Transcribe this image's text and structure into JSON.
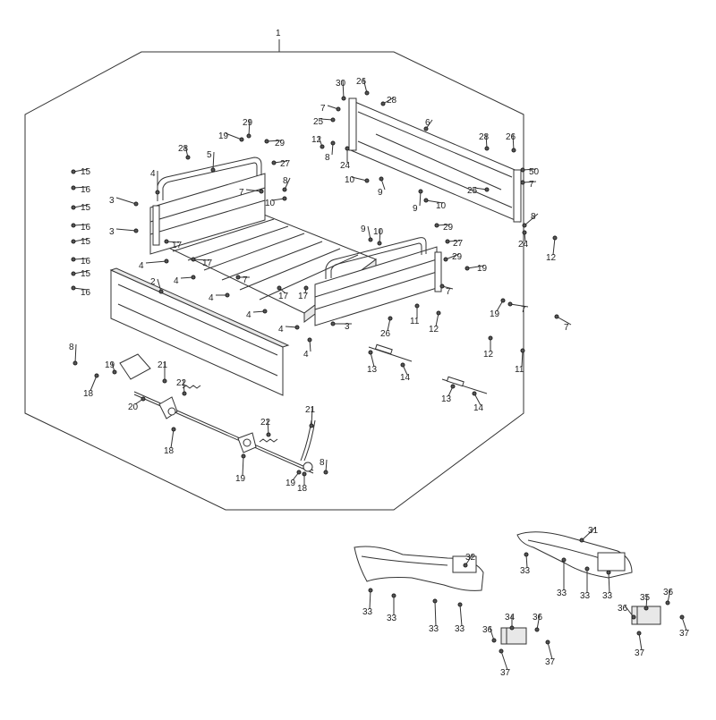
{
  "diagram": {
    "assembly_label": "1",
    "callouts": [
      {
        "id": "c1",
        "text": "30"
      },
      {
        "id": "c2",
        "text": "26"
      },
      {
        "id": "c3",
        "text": "28"
      },
      {
        "id": "c4",
        "text": "7"
      },
      {
        "id": "c5",
        "text": "25"
      },
      {
        "id": "c6",
        "text": "6"
      },
      {
        "id": "c7",
        "text": "29"
      },
      {
        "id": "c8",
        "text": "19"
      },
      {
        "id": "c9",
        "text": "29"
      },
      {
        "id": "c10",
        "text": "12"
      },
      {
        "id": "c11",
        "text": "8"
      },
      {
        "id": "c12",
        "text": "24"
      },
      {
        "id": "c13",
        "text": "28"
      },
      {
        "id": "c14",
        "text": "26"
      },
      {
        "id": "c15",
        "text": "50"
      },
      {
        "id": "c16",
        "text": "7"
      },
      {
        "id": "c17",
        "text": "28"
      },
      {
        "id": "c18",
        "text": "5"
      },
      {
        "id": "c19",
        "text": "27"
      },
      {
        "id": "c20",
        "text": "4"
      },
      {
        "id": "c21",
        "text": "10"
      },
      {
        "id": "c22",
        "text": "9"
      },
      {
        "id": "c23",
        "text": "25"
      },
      {
        "id": "c24",
        "text": "15"
      },
      {
        "id": "c25",
        "text": "16"
      },
      {
        "id": "c26",
        "text": "3"
      },
      {
        "id": "c27",
        "text": "7"
      },
      {
        "id": "c28",
        "text": "8"
      },
      {
        "id": "c29",
        "text": "10"
      },
      {
        "id": "c30",
        "text": "9"
      },
      {
        "id": "c31",
        "text": "10"
      },
      {
        "id": "c32",
        "text": "8"
      },
      {
        "id": "c33",
        "text": "15"
      },
      {
        "id": "c34",
        "text": "16"
      },
      {
        "id": "c35",
        "text": "3"
      },
      {
        "id": "c36",
        "text": "29"
      },
      {
        "id": "c37",
        "text": "24"
      },
      {
        "id": "c38",
        "text": "12"
      },
      {
        "id": "c39",
        "text": "9"
      },
      {
        "id": "c40",
        "text": "10"
      },
      {
        "id": "c41",
        "text": "27"
      },
      {
        "id": "c42",
        "text": "15"
      },
      {
        "id": "c43",
        "text": "17"
      },
      {
        "id": "c44",
        "text": "29"
      },
      {
        "id": "c45",
        "text": "16"
      },
      {
        "id": "c46",
        "text": "4"
      },
      {
        "id": "c47",
        "text": "17"
      },
      {
        "id": "c48",
        "text": "19"
      },
      {
        "id": "c49",
        "text": "15"
      },
      {
        "id": "c50",
        "text": "4"
      },
      {
        "id": "c51",
        "text": "7"
      },
      {
        "id": "c52",
        "text": "7"
      },
      {
        "id": "c53",
        "text": "16"
      },
      {
        "id": "c54",
        "text": "2"
      },
      {
        "id": "c55",
        "text": "4"
      },
      {
        "id": "c56",
        "text": "17"
      },
      {
        "id": "c57",
        "text": "17"
      },
      {
        "id": "c58",
        "text": "4"
      },
      {
        "id": "c59",
        "text": "7"
      },
      {
        "id": "c60",
        "text": "19"
      },
      {
        "id": "c61",
        "text": "3"
      },
      {
        "id": "c62",
        "text": "4"
      },
      {
        "id": "c63",
        "text": "11"
      },
      {
        "id": "c64",
        "text": "12"
      },
      {
        "id": "c65",
        "text": "26"
      },
      {
        "id": "c66",
        "text": "7"
      },
      {
        "id": "c67",
        "text": "4"
      },
      {
        "id": "c68",
        "text": "12"
      },
      {
        "id": "c69",
        "text": "8"
      },
      {
        "id": "c70",
        "text": "13"
      },
      {
        "id": "c71",
        "text": "11"
      },
      {
        "id": "c72",
        "text": "19"
      },
      {
        "id": "c73",
        "text": "21"
      },
      {
        "id": "c74",
        "text": "14"
      },
      {
        "id": "c75",
        "text": "18"
      },
      {
        "id": "c76",
        "text": "22"
      },
      {
        "id": "c77",
        "text": "13"
      },
      {
        "id": "c78",
        "text": "20"
      },
      {
        "id": "c79",
        "text": "14"
      },
      {
        "id": "c80",
        "text": "21"
      },
      {
        "id": "c81",
        "text": "22"
      },
      {
        "id": "c82",
        "text": "18"
      },
      {
        "id": "c83",
        "text": "8"
      },
      {
        "id": "c84",
        "text": "19"
      },
      {
        "id": "c85",
        "text": "19"
      },
      {
        "id": "c86",
        "text": "18"
      },
      {
        "id": "c87",
        "text": "31"
      },
      {
        "id": "c88",
        "text": "32"
      },
      {
        "id": "c89",
        "text": "33"
      },
      {
        "id": "c90",
        "text": "33"
      },
      {
        "id": "c91",
        "text": "33"
      },
      {
        "id": "c92",
        "text": "33"
      },
      {
        "id": "c93",
        "text": "35"
      },
      {
        "id": "c94",
        "text": "36"
      },
      {
        "id": "c95",
        "text": "33"
      },
      {
        "id": "c96",
        "text": "33"
      },
      {
        "id": "c97",
        "text": "33"
      },
      {
        "id": "c98",
        "text": "33"
      },
      {
        "id": "c99",
        "text": "36"
      },
      {
        "id": "c100",
        "text": "37"
      },
      {
        "id": "c101",
        "text": "34"
      },
      {
        "id": "c102",
        "text": "36"
      },
      {
        "id": "c103",
        "text": "37"
      },
      {
        "id": "c104",
        "text": "36"
      },
      {
        "id": "c105",
        "text": "37"
      },
      {
        "id": "c106",
        "text": "37"
      }
    ]
  }
}
